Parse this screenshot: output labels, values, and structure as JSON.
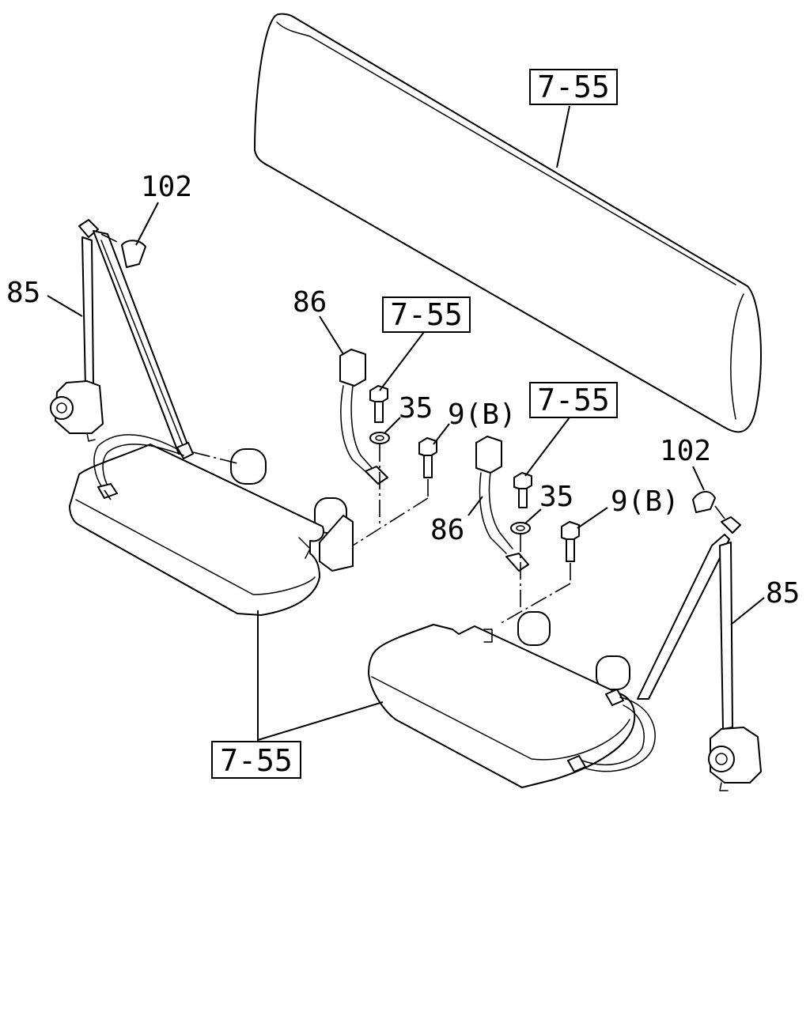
{
  "callouts": {
    "backrest_ref": "7-55",
    "belt_left_ref": "7-55",
    "belt_right_ref": "7-55",
    "cushion_ref": "7-55",
    "anchor_cover_left": "102",
    "anchor_cover_right": "102",
    "retractor_belt_left": "85",
    "retractor_belt_right": "85",
    "buckle_left": "86",
    "buckle_right": "86",
    "washer_left": "35",
    "washer_right": "35",
    "bolt_left": "9(B)",
    "bolt_right": "9(B)"
  }
}
